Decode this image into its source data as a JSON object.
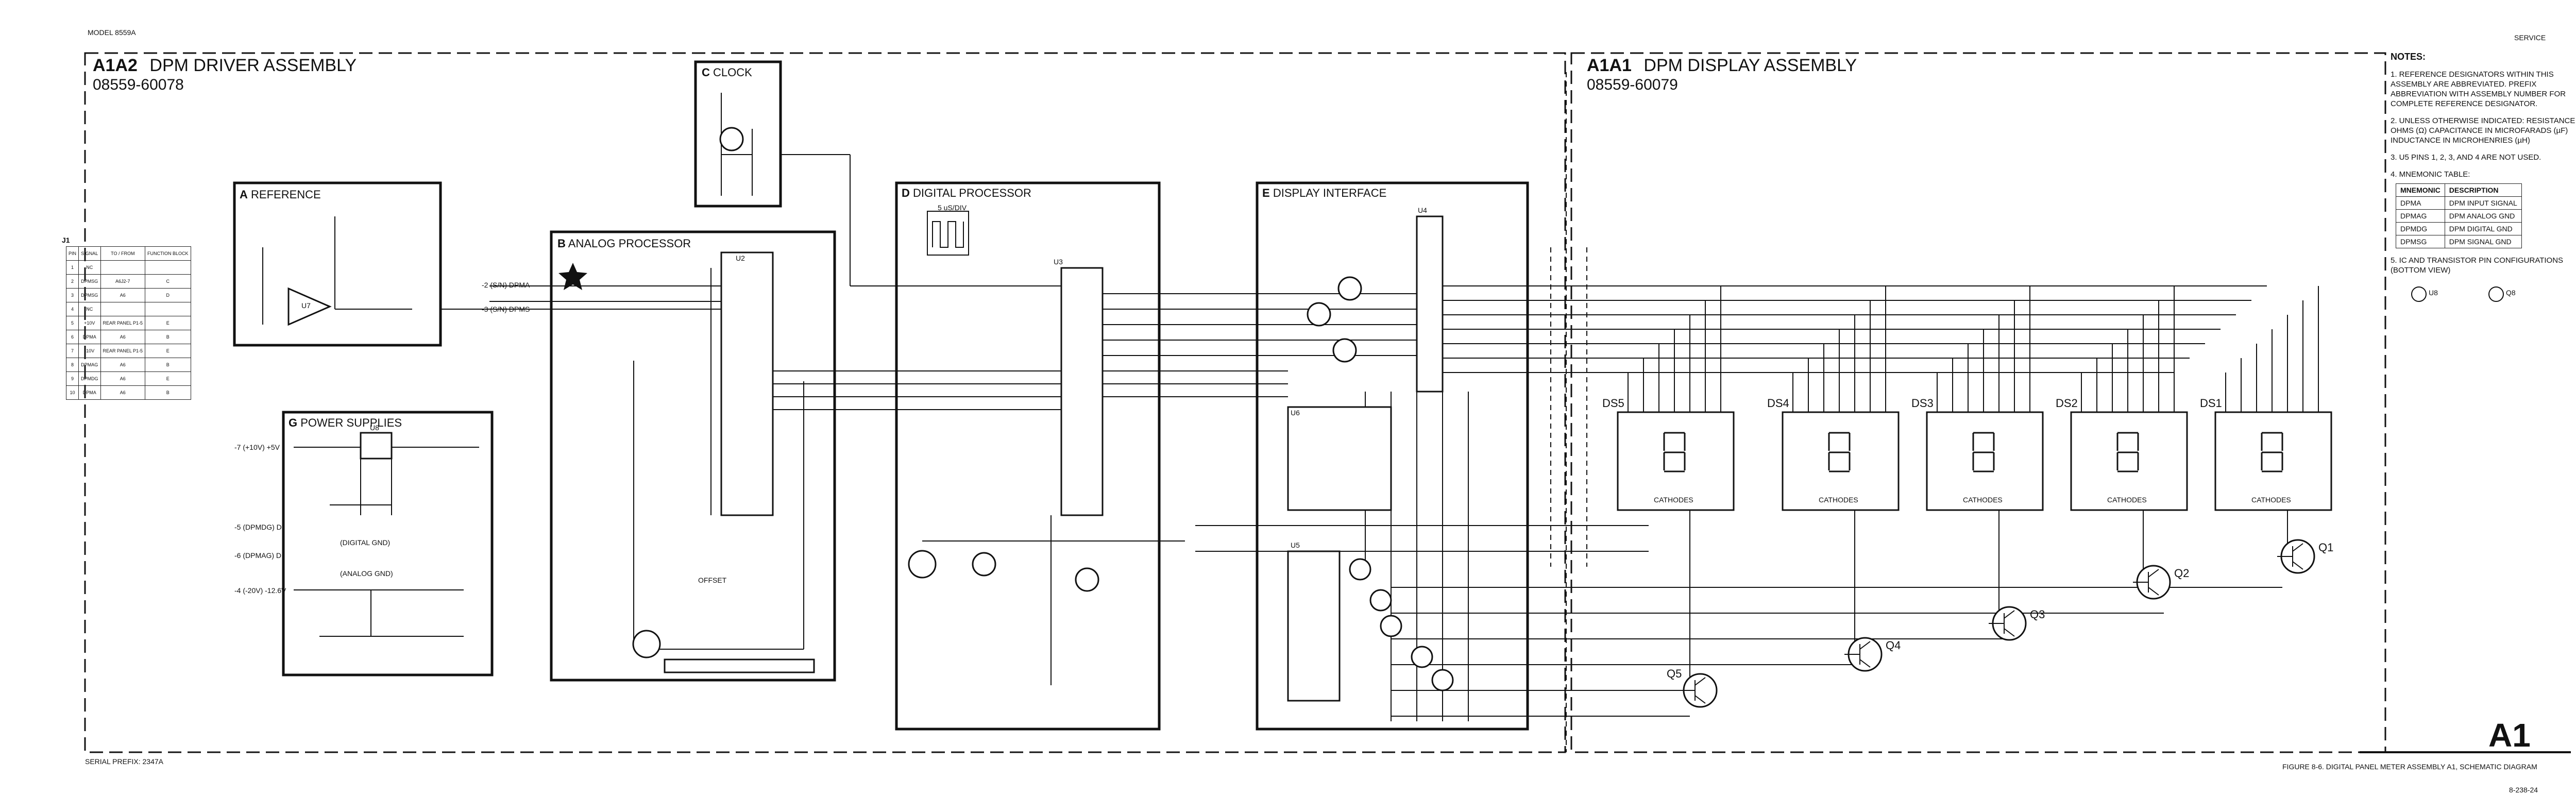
{
  "header": {
    "model": "MODEL 8559A",
    "service": "SERVICE",
    "serial_prefix": "SERIAL PREFIX: 2347A",
    "figure_caption": "FIGURE 8-6.   DIGITAL PANEL METER ASSEMBLY A1, SCHEMATIC DIAGRAM",
    "drawing_number": "8-238-24",
    "big_label": "A1"
  },
  "left_assembly": {
    "designator": "A1A2",
    "title": "DPM DRIVER ASSEMBLY",
    "part_number": "08559-60078"
  },
  "right_assembly": {
    "designator": "A1A1",
    "title": "DPM DISPLAY ASSEMBLY",
    "part_number": "08559-60079"
  },
  "blocks": {
    "clock": "CLOCK",
    "reference": "REFERENCE",
    "analog": "ANALOG PROCESSOR",
    "digital": "DIGITAL PROCESSOR",
    "display": "DISPLAY INTERFACE",
    "power": "POWER SUPPLIES"
  },
  "block_letters": {
    "clock": "C",
    "reference": "A",
    "analog": "B",
    "digital": "D",
    "display": "E",
    "power": "G"
  },
  "digits": [
    "DS5",
    "DS4",
    "DS3",
    "DS2",
    "DS1"
  ],
  "digit_cathodes": "CATHODES",
  "transistors": [
    "Q5",
    "Q4",
    "Q3",
    "Q2",
    "Q1"
  ],
  "ics": {
    "u2": "U2",
    "u3": "U3",
    "u4": "U4",
    "u5": "U5",
    "u6": "U6",
    "u7": "U7",
    "u8": "U8"
  },
  "inputs": {
    "dpma": "-2 (S/N) DPMA",
    "dpms": "-3 (S/N) DPMS",
    "pwr_in": "-7 (+10V) +5V",
    "dig_gnd": "-5 (DPMDG) D",
    "ana_gnd": "-6 (DPMAG) D",
    "neg_in": "-4 (-20V) -12.6V"
  },
  "notes": {
    "heading": "NOTES:",
    "items": [
      "1.  REFERENCE DESIGNATORS WITHIN THIS ASSEMBLY ARE ABBREVIATED. PREFIX ABBREVIATION WITH ASSEMBLY NUMBER FOR COMPLETE REFERENCE DESIGNATOR.",
      "2.  UNLESS OTHERWISE INDICATED: RESISTANCE IN OHMS (Ω) CAPACITANCE IN MICROFARADS (µF) INDUCTANCE IN MICROHENRIES (µH)",
      "3.  U5 PINS 1, 2, 3, AND 4 ARE NOT USED.",
      "4.  MNEMONIC TABLE:"
    ],
    "mnemonic_headers": [
      "MNEMONIC",
      "DESCRIPTION"
    ],
    "mnemonic_rows": [
      [
        "DPMA",
        "DPM INPUT SIGNAL"
      ],
      [
        "DPMAG",
        "DPM ANALOG GND"
      ],
      [
        "DPMDG",
        "DPM DIGITAL GND"
      ],
      [
        "DPMSG",
        "DPM SIGNAL GND"
      ]
    ],
    "item5": "5.  IC AND TRANSISTOR PIN CONFIGURATIONS (BOTTOM VIEW)",
    "pin_u8": "U8",
    "pin_q8": "Q8"
  },
  "connector": {
    "label": "J1",
    "headers": [
      "PIN",
      "SIGNAL",
      "TO / FROM",
      "FUNCTION BLOCK"
    ],
    "rows": [
      [
        "1",
        "NC",
        "",
        ""
      ],
      [
        "2",
        "DPMSG",
        "A6J2-7",
        "C"
      ],
      [
        "3",
        "DPMSG",
        "A6",
        "D"
      ],
      [
        "4",
        "NC",
        "",
        ""
      ],
      [
        "5",
        "+10V",
        "REAR PANEL P1-5",
        "E"
      ],
      [
        "6",
        "DPMA",
        "A6",
        "B"
      ],
      [
        "7",
        "-10V",
        "REAR PANEL P1-5",
        "E"
      ],
      [
        "8",
        "DPMAG",
        "A6",
        "B"
      ],
      [
        "9",
        "DPMDG",
        "A6",
        "E"
      ],
      [
        "10",
        "DPMA",
        "A6",
        "B"
      ]
    ]
  },
  "misc": {
    "offset": "OFFSET",
    "digital_gnd": "(DIGITAL GND)",
    "analog_gnd": "(ANALOG GND)",
    "scope": "5 uS/DIV"
  },
  "colors": {
    "ink": "#111111",
    "paper": "#ffffff"
  }
}
